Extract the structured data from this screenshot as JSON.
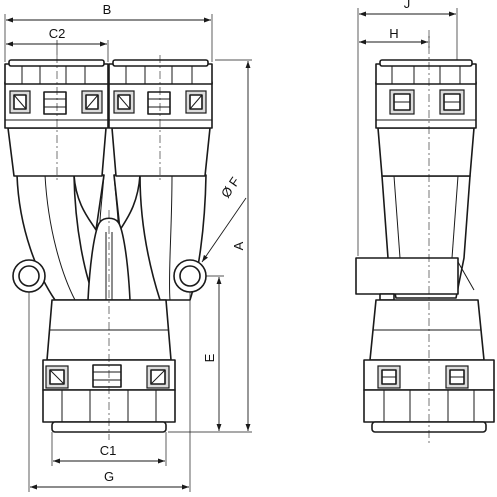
{
  "labels": {
    "b": "B",
    "c2": "C2",
    "c1": "C1",
    "g": "G",
    "a": "A",
    "e": "E",
    "f": "Ø F",
    "j": "J",
    "h": "H"
  },
  "colors": {
    "line": "#1a1a1a",
    "shade": "#dcdcdc",
    "background": "#ffffff"
  }
}
